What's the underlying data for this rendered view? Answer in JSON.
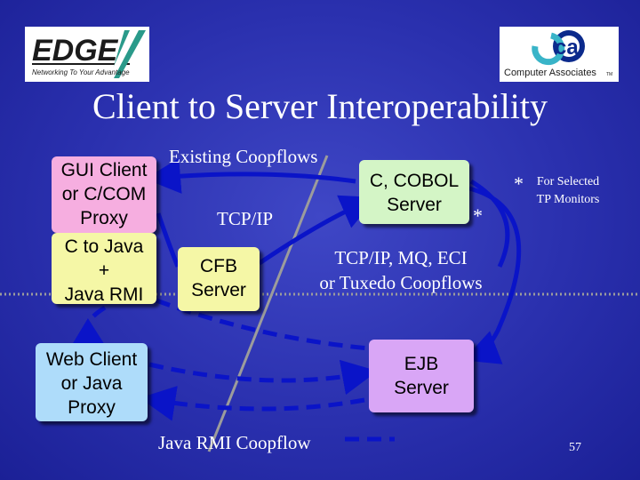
{
  "title": "Client to Server Interoperability",
  "logos": {
    "edge": {
      "name": "EDGE",
      "tagline": "Networking To Your Advantage"
    },
    "ca": {
      "name": "ca",
      "company": "Computer Associates",
      "tm": "TM"
    }
  },
  "nodes": {
    "gui_client": {
      "lines": [
        "GUI Client",
        "or C/COM",
        "Proxy"
      ]
    },
    "c_to_java": {
      "lines": [
        "C to Java",
        "+",
        "Java RMI"
      ]
    },
    "cfb_server": {
      "lines": [
        "CFB",
        "Server"
      ]
    },
    "cobol_server": {
      "lines": [
        "C, COBOL",
        "Server"
      ]
    },
    "web_client": {
      "lines": [
        "Web Client",
        "or Java",
        "Proxy"
      ]
    },
    "ejb_server": {
      "lines": [
        "EJB",
        "Server"
      ]
    }
  },
  "labels": {
    "existing_coopflows": "Existing Coopflows",
    "tcpip": "TCP/IP",
    "tcpip_mq_line1": "TCP/IP, MQ, ECI",
    "tcpip_mq_line2": "or Tuxedo Coopflows",
    "star": "*",
    "for_selected_line1": "For Selected",
    "for_selected_line2": "TP Monitors",
    "java_rmi_coopflow": "Java RMI Coopflow"
  },
  "page_number": "57",
  "colors": {
    "background": "#2a30ae",
    "gui_box": "#f6aee0",
    "c_to_java_box": "#f5f7a6",
    "cfb_box": "#f5f7a6",
    "cobol_box": "#d4f5c6",
    "web_box": "#aedcfa",
    "ejb_box": "#d9a6f6",
    "arrow": "#0a14c8",
    "divider": "#9c9c9c"
  }
}
